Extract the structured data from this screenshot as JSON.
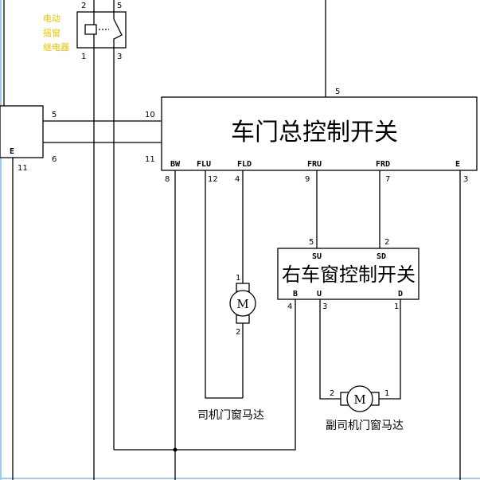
{
  "relay": {
    "label_lines": [
      "电动",
      "摇窗",
      "继电器"
    ],
    "pins": {
      "top_left": "2",
      "top_right": "5",
      "bottom_left": "1",
      "bottom_right": "3"
    }
  },
  "left_connector": {
    "ground_label": "E",
    "pin_bottom": "11"
  },
  "wire_pins": {
    "upper_left": "5",
    "upper_right": "10",
    "lower_left": "6",
    "lower_right": "11",
    "top_feed": "5"
  },
  "main_switch": {
    "title": "车门总控制开关",
    "terminals": [
      "BW",
      "FLU",
      "FLD",
      "FRU",
      "FRD",
      "E"
    ],
    "pins": [
      "8",
      "12",
      "4",
      "9",
      "7",
      "3"
    ]
  },
  "right_switch": {
    "title": "右车窗控制开关",
    "terminals": {
      "su": "SU",
      "sd": "SD",
      "b": "B",
      "u": "U",
      "d": "D"
    },
    "pins": {
      "su": "5",
      "sd": "2",
      "b": "4",
      "u": "3",
      "d": "1"
    }
  },
  "driver_motor": {
    "symbol": "M",
    "caption": "司机门窗马达",
    "pin_top": "1",
    "pin_bottom": "2"
  },
  "passenger_motor": {
    "symbol": "M",
    "caption": "副司机门窗马达",
    "pin_left": "2",
    "pin_right": "1"
  }
}
